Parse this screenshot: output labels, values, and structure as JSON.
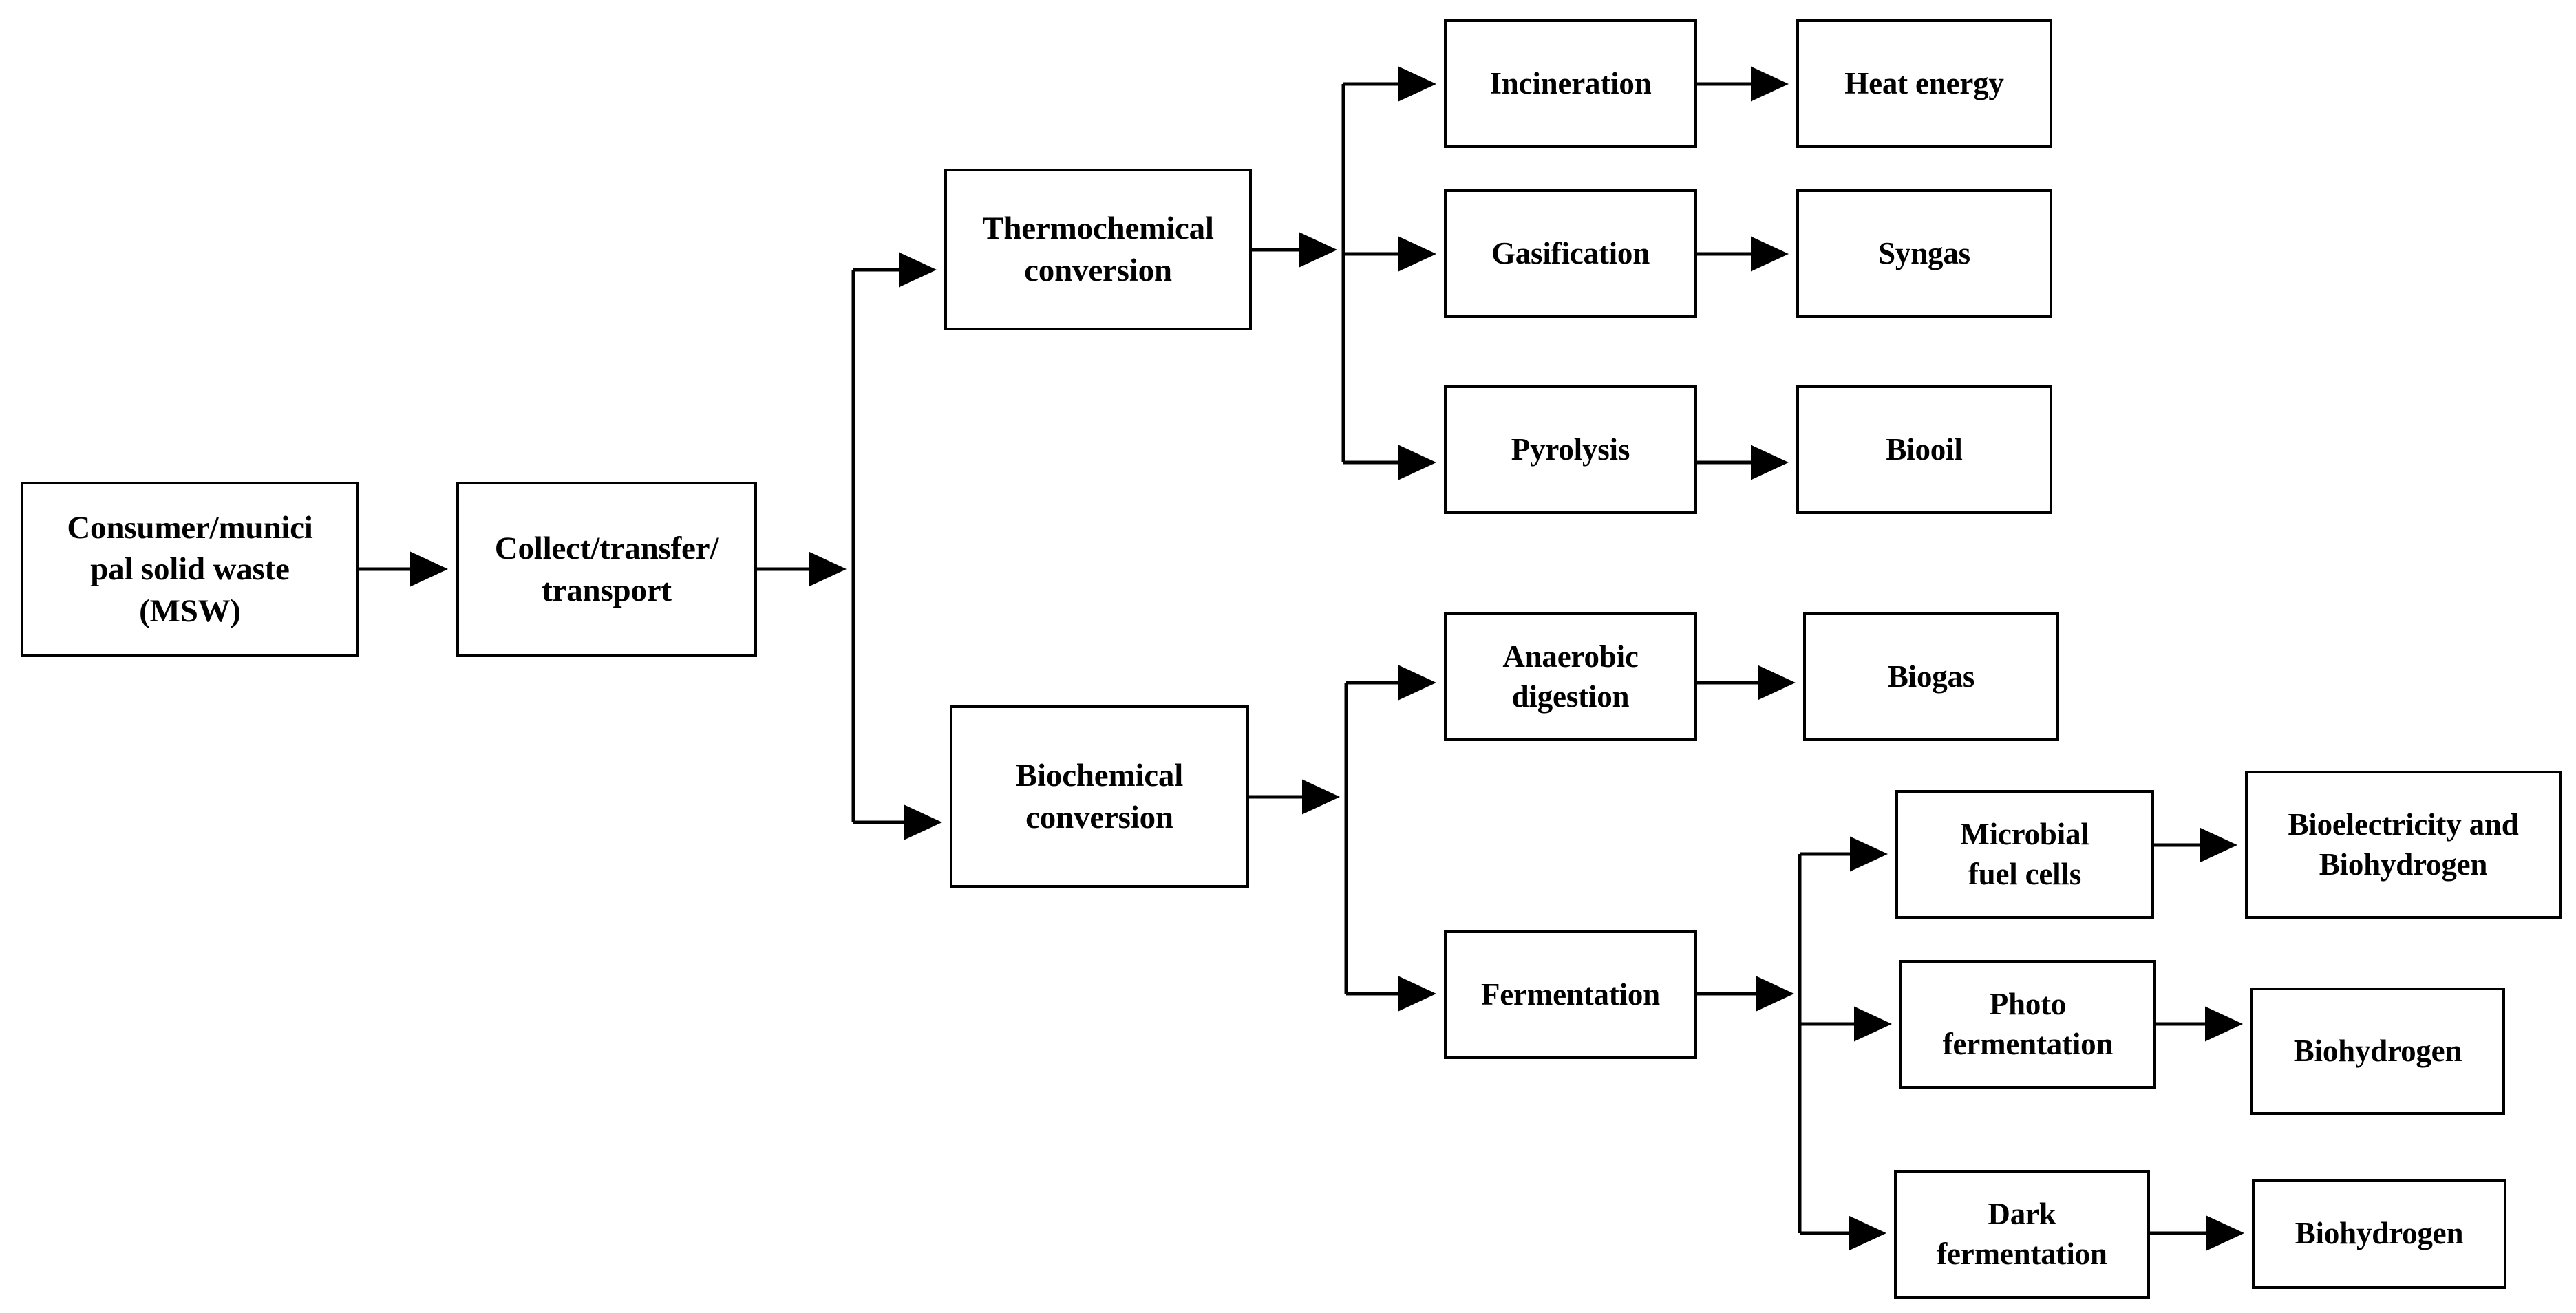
{
  "diagram": {
    "title": "Municipal solid waste to energy conversion pathways",
    "type": "flowchart",
    "background_color": "#ffffff",
    "line_color": "#000000",
    "box_border_color": "#000000",
    "box_fill_color": "#ffffff",
    "text_color": "#000000"
  },
  "nodes": {
    "msw": {
      "label": "Consumer/munici\npal solid waste\n(MSW)"
    },
    "collect": {
      "label": "Collect/transfer/\ntransport"
    },
    "thermochemical": {
      "label": "Thermochemical\nconversion"
    },
    "biochemical": {
      "label": "Biochemical\nconversion"
    },
    "incineration": {
      "label": "Incineration"
    },
    "heat_energy": {
      "label": "Heat energy"
    },
    "gasification": {
      "label": "Gasification"
    },
    "syngas": {
      "label": "Syngas"
    },
    "pyrolysis": {
      "label": "Pyrolysis"
    },
    "biooil": {
      "label": "Biooil"
    },
    "anaerobic_digestion": {
      "label": "Anaerobic\ndigestion"
    },
    "biogas": {
      "label": "Biogas"
    },
    "fermentation": {
      "label": "Fermentation"
    },
    "microbial_fuel_cells": {
      "label": "Microbial\nfuel cells"
    },
    "bioelectricity_biohydrogen": {
      "label": "Bioelectricity and\nBiohydrogen"
    },
    "photo_fermentation": {
      "label": "Photo\nfermentation"
    },
    "biohydrogen_photo": {
      "label": "Biohydrogen"
    },
    "dark_fermentation": {
      "label": "Dark\nfermentation"
    },
    "biohydrogen_dark": {
      "label": "Biohydrogen"
    }
  },
  "edges": [
    {
      "from": "msw",
      "to": "collect"
    },
    {
      "from": "collect",
      "to": "split-1"
    },
    {
      "from": "split-1",
      "to": "thermochemical"
    },
    {
      "from": "split-1",
      "to": "biochemical"
    },
    {
      "from": "thermochemical",
      "to": "split-2"
    },
    {
      "from": "split-2",
      "to": "incineration"
    },
    {
      "from": "split-2",
      "to": "gasification"
    },
    {
      "from": "split-2",
      "to": "pyrolysis"
    },
    {
      "from": "incineration",
      "to": "heat_energy"
    },
    {
      "from": "gasification",
      "to": "syngas"
    },
    {
      "from": "pyrolysis",
      "to": "biooil"
    },
    {
      "from": "biochemical",
      "to": "split-3"
    },
    {
      "from": "split-3",
      "to": "anaerobic_digestion"
    },
    {
      "from": "split-3",
      "to": "fermentation"
    },
    {
      "from": "anaerobic_digestion",
      "to": "biogas"
    },
    {
      "from": "fermentation",
      "to": "split-4"
    },
    {
      "from": "split-4",
      "to": "microbial_fuel_cells"
    },
    {
      "from": "split-4",
      "to": "photo_fermentation"
    },
    {
      "from": "split-4",
      "to": "dark_fermentation"
    },
    {
      "from": "microbial_fuel_cells",
      "to": "bioelectricity_biohydrogen"
    },
    {
      "from": "photo_fermentation",
      "to": "biohydrogen_photo"
    },
    {
      "from": "dark_fermentation",
      "to": "biohydrogen_dark"
    }
  ]
}
